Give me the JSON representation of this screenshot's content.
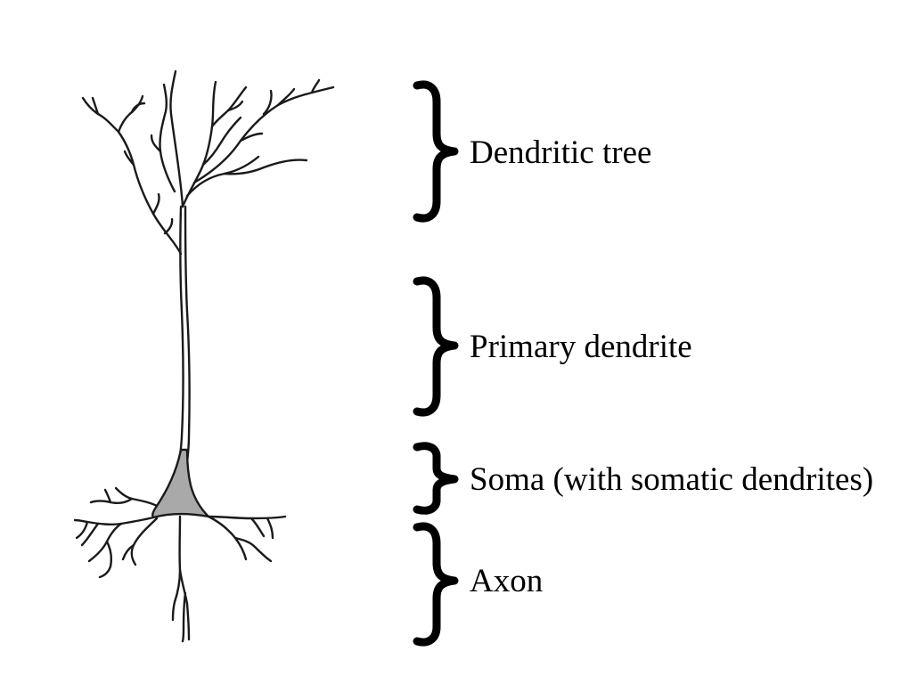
{
  "labels": {
    "dendritic_tree": "Dendritic tree",
    "primary_dendrite": "Primary dendrite",
    "soma": "Soma (with somatic dendrites)",
    "axon": "Axon"
  },
  "colors": {
    "line": "#1a1a1a",
    "soma_fill": "#a9a9a9",
    "brace": "#000000",
    "background": "#ffffff"
  }
}
